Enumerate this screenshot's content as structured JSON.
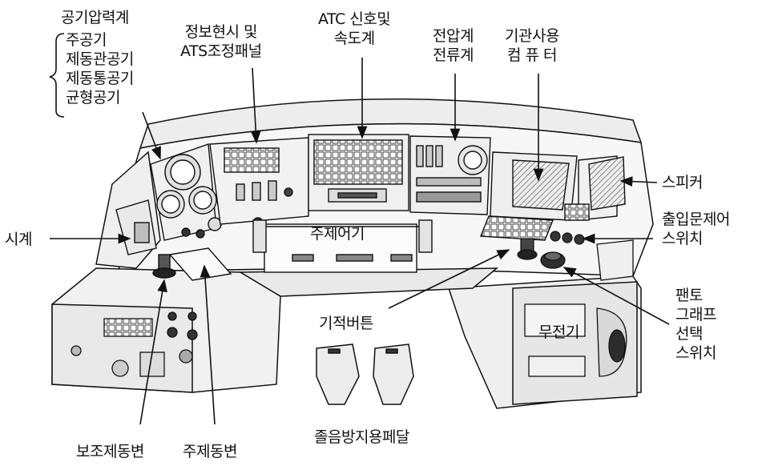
{
  "labels": {
    "air_gauge": {
      "title": "공기압력계",
      "items": [
        "주공기",
        "제동관공기",
        "제동통공기",
        "균형공기"
      ]
    },
    "info_panel": [
      "정보현시 및",
      "ATS조정패널"
    ],
    "atc": [
      "ATC 신호및",
      "속도계"
    ],
    "volt_amp": [
      "전압계",
      "전류계"
    ],
    "computer": [
      "기관사용",
      "컴 퓨 터"
    ],
    "speaker": "스피커",
    "door_switch": [
      "출입문제어",
      "스위치"
    ],
    "clock": "시계",
    "master_controller": "주제어기",
    "horn_button": "기적버튼",
    "pantograph": [
      "팬토",
      "그래프",
      "선택",
      "스위치"
    ],
    "radio": "무전기",
    "deadman_pedal": "졸음방지용페달",
    "aux_brake": "보조제동변",
    "main_brake": "주제동변"
  },
  "colors": {
    "ink": "#111111",
    "panel_fill": "#f2f2f2",
    "shade": "#cfcfcf",
    "dark": "#3a3a3a"
  }
}
